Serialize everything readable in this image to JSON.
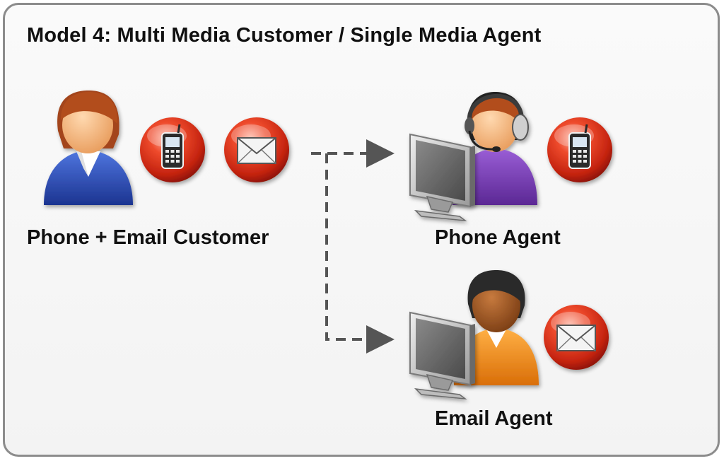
{
  "title": "Model 4: Multi Media Customer / Single Media Agent",
  "customer": {
    "label": "Phone + Email Customer",
    "channels": [
      "phone",
      "email"
    ]
  },
  "agents": [
    {
      "label": "Phone Agent",
      "channel": "phone"
    },
    {
      "label": "Email Agent",
      "channel": "email"
    }
  ],
  "icons": {
    "customer": "customer-person-icon",
    "phone_agent": "phone-agent-headset-icon",
    "email_agent": "email-agent-person-icon",
    "computer": "computer-monitor-icon",
    "phone": "mobile-phone-icon",
    "email": "envelope-icon"
  },
  "colors": {
    "badge_red": "#d8321f",
    "connector": "#555555",
    "customer_suit": "#2d4fb8",
    "phone_agent_shirt": "#7a3fb8",
    "email_agent_shirt": "#f08a1a",
    "border": "#8c8c8c"
  }
}
